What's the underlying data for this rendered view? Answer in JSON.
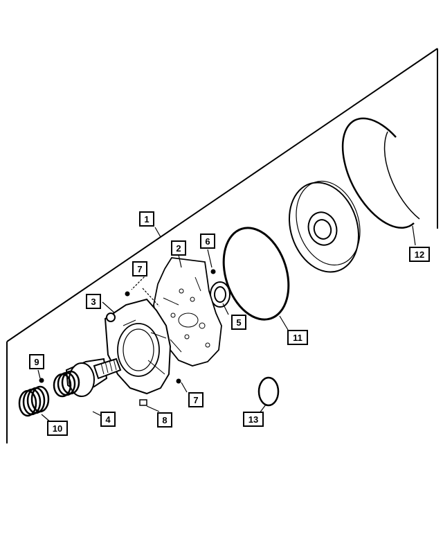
{
  "diagram": {
    "callouts": [
      {
        "id": "c1",
        "label": "1"
      },
      {
        "id": "c2",
        "label": "2"
      },
      {
        "id": "c3",
        "label": "3"
      },
      {
        "id": "c4",
        "label": "4"
      },
      {
        "id": "c5",
        "label": "5"
      },
      {
        "id": "c6",
        "label": "6"
      },
      {
        "id": "c7a",
        "label": "7"
      },
      {
        "id": "c7b",
        "label": "7"
      },
      {
        "id": "c8",
        "label": "8"
      },
      {
        "id": "c9",
        "label": "9"
      },
      {
        "id": "c10",
        "label": "10"
      },
      {
        "id": "c11",
        "label": "11"
      },
      {
        "id": "c12",
        "label": "12"
      },
      {
        "id": "c13",
        "label": "13"
      }
    ],
    "line_color": "#000000",
    "background": "#ffffff"
  }
}
